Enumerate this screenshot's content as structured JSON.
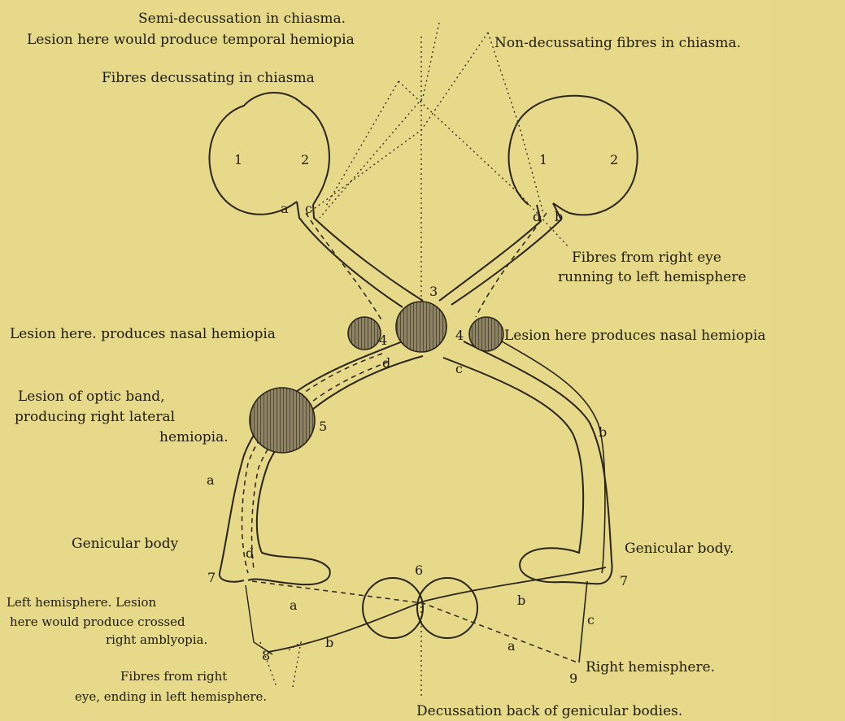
{
  "labels": {
    "semi_decussation": "Semi-decussation in chiasma.",
    "temporal_lesion": "Lesion here would produce temporal hemiopia",
    "non_decussating": "Non-decussating fibres in chiasma.",
    "fibres_decussating": "Fibres decussating in chiasma",
    "fibres_right_eye_1": "Fibres from right eye",
    "fibres_right_eye_2": "running to left hemisphere",
    "nasal_left": "Lesion here. produces nasal hemiopia",
    "nasal_right": "Lesion here produces nasal hemiopia",
    "optic_band_1": "Lesion of optic band,",
    "optic_band_2": "producing right lateral",
    "optic_band_3": "hemiopia.",
    "genicular_left": "Genicular body",
    "genicular_right": "Genicular body.",
    "left_hemi_1": "Left hemisphere. Lesion",
    "left_hemi_2": "here would produce crossed",
    "left_hemi_3": "right amblyopia.",
    "fibres_ending_1": "Fibres from right",
    "fibres_ending_2": "eye, ending in left hemisphere.",
    "right_hemisphere": "Right hemisphere.",
    "decussation_back": "Decussation back of genicular bodies."
  },
  "markers": {
    "n1": "1",
    "n2": "2",
    "n3": "3",
    "n4": "4",
    "n5": "5",
    "n6": "6",
    "n7": "7",
    "n8": "8",
    "n9": "9",
    "a": "a",
    "b": "b",
    "c": "c",
    "d": "d"
  },
  "colors": {
    "paper": "#e6d98a",
    "ink": "#2a2418"
  }
}
